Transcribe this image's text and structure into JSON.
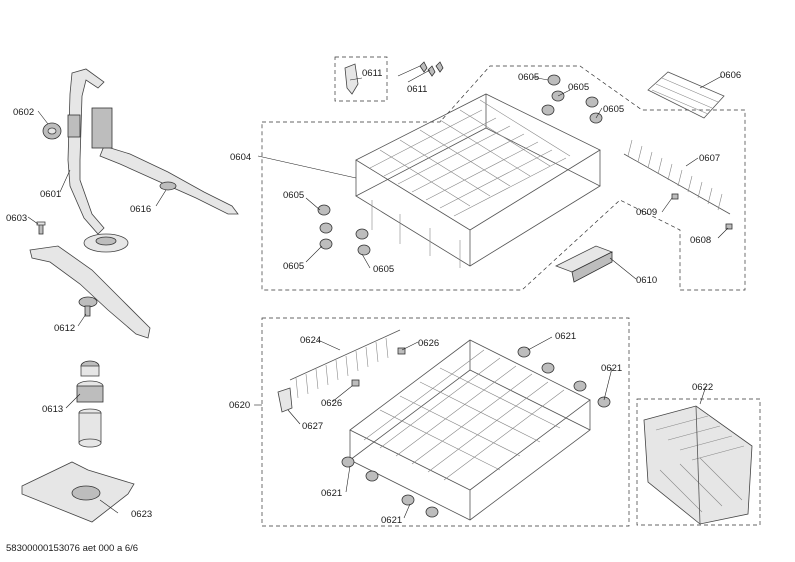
{
  "footer": {
    "doc_id": "58300000153076 aet 000 a 6/6"
  },
  "labels": {
    "p0602": "0602",
    "p0601": "0601",
    "p0603": "0603",
    "p0612": "0612",
    "p0616": "0616",
    "p0613": "0613",
    "p0623": "0623",
    "p0604": "0604",
    "p0611a": "0611",
    "p0611b": "0611",
    "p0605_1": "0605",
    "p0605_2": "0605",
    "p0605_3": "0605",
    "p0605_4": "0605",
    "p0605_5": "0605",
    "p0605_6": "0605",
    "p0606": "0606",
    "p0607": "0607",
    "p0609": "0609",
    "p0608": "0608",
    "p0610": "0610",
    "p0620": "0620",
    "p0624": "0624",
    "p0626a": "0626",
    "p0626b": "0626",
    "p0627": "0627",
    "p0621_1": "0621",
    "p0621_2": "0621",
    "p0621_3": "0621",
    "p0621_4": "0621",
    "p0622": "0622"
  }
}
